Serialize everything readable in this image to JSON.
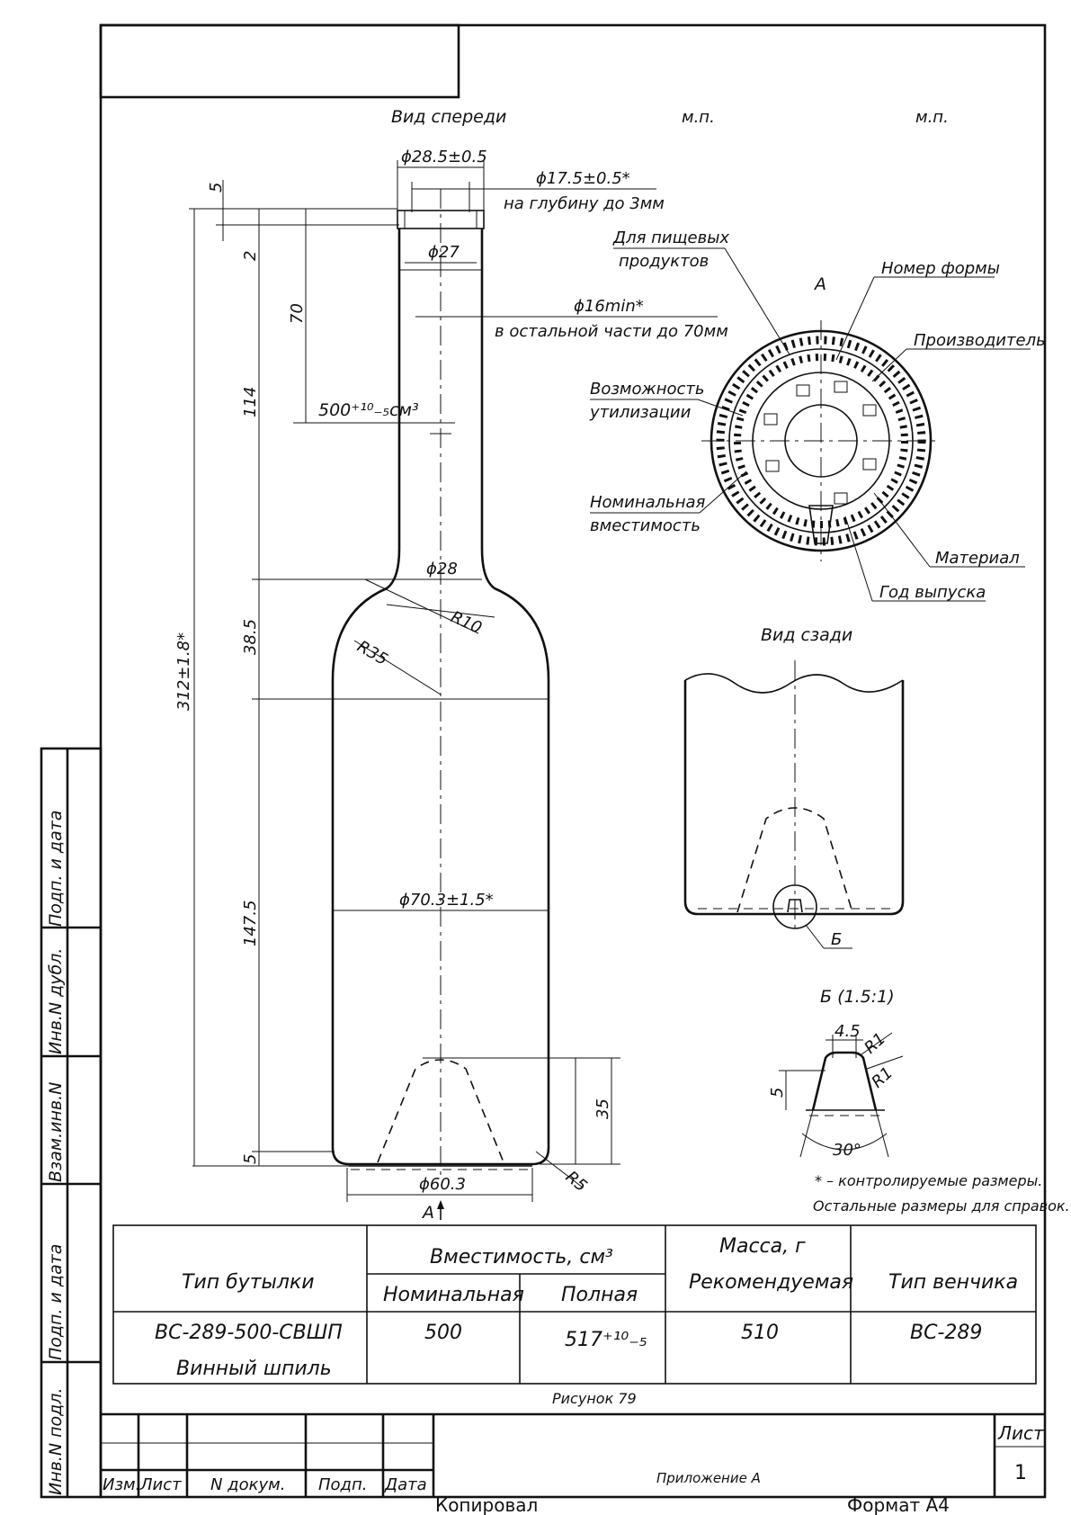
{
  "views": {
    "front": "Вид спереди",
    "back": "Вид сзади",
    "detail": "Б (1.5:1)",
    "section_a": "А",
    "section_a_arrow": "А",
    "mark_b": "Б",
    "mp1": "м.п.",
    "mp2": "м.п."
  },
  "dims": {
    "d_top": "ϕ28.5±0.5",
    "d_inner": "ϕ17.5±0.5*",
    "d_inner_note": "на глубину до  3мм",
    "d27": "ϕ27",
    "d16": "ϕ16min*",
    "d16_note": "в остальной части до 70мм",
    "volume": "500⁺¹⁰₋₅см³",
    "d28": "ϕ28",
    "r10": "R10",
    "r35": "R35",
    "d70": "ϕ70.3±1.5*",
    "d60": "ϕ60.3",
    "r5": "R5",
    "v5top": "5",
    "v2": "2",
    "v70": "70",
    "v114": "114",
    "v385": "38.5",
    "v1475": "147.5",
    "v312": "312±1.8*",
    "v5bottom": "5",
    "v35": "35",
    "det45": "4.5",
    "detR1a": "R1",
    "detR1b": "R1",
    "det5": "5",
    "det30": "30°"
  },
  "labels": {
    "food": [
      "Для пищевых",
      "продуктов"
    ],
    "mold": "Номер формы",
    "maker": "Производитель",
    "recycle": [
      "Возможность",
      "утилизации"
    ],
    "nominal": [
      "Номинальная",
      "вместимость"
    ],
    "material": "Материал",
    "year": "Год выпуска"
  },
  "notes": {
    "controlled": "* – контролируемые размеры.",
    "reference": "Остальные размеры для справок."
  },
  "spec_table": {
    "h_type": "Тип бутылки",
    "h_capacity": "Вместимость, см³",
    "h_nominal": "Номинальная",
    "h_full": "Полная",
    "h_mass": [
      "Масса, г",
      "Рекомендуемая"
    ],
    "h_finish": "Тип венчика",
    "row": {
      "type": [
        "ВС-289-500-СВШП",
        "Винный шпиль"
      ],
      "nominal": "500",
      "full": "517⁺¹⁰₋₅",
      "mass": "510",
      "finish": "ВС-289"
    }
  },
  "figure_caption": "Рисунок 79",
  "side_stamps": [
    "Подп. и дата",
    "Инв.N дубл.",
    "Взам.инв.N",
    "Подп. и дата",
    "Инв.N подл."
  ],
  "title_block": {
    "cols": [
      "Изм.",
      "Лист",
      "N докум.",
      "Подп.",
      "Дата"
    ],
    "sheet_label": "Лист",
    "sheet_no": "1",
    "appendix": "Приложение А"
  },
  "footer": {
    "copied": "Копировал",
    "format": "Формат А4"
  }
}
